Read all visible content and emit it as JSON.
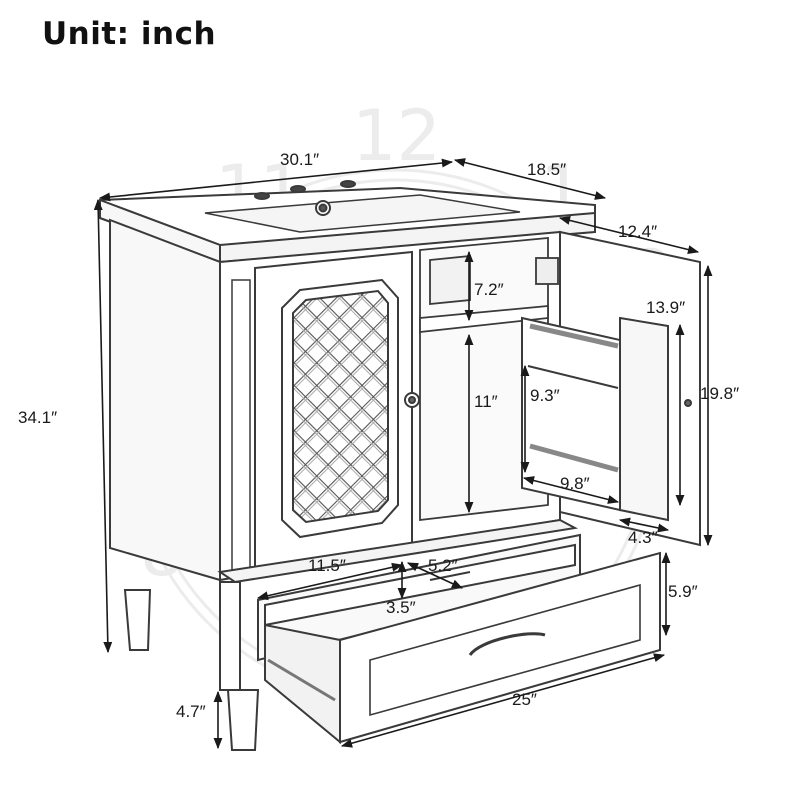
{
  "title": "Unit: inch",
  "dimensions": {
    "top_width": "30.1″",
    "top_depth": "18.5″",
    "overall_height": "34.1″",
    "door_width": "12.4″",
    "upper_shelf_gap": "7.2″",
    "lower_shelf_gap": "11″",
    "door_rack_height": "13.9″",
    "door_height": "19.8″",
    "rack_shelf_height": "9.3″",
    "rack_width": "9.8″",
    "rack_depth": "4.3″",
    "drawer_left_width": "11.5″",
    "drawer_right_width": "5.2″",
    "drawer_divider_height": "3.5″",
    "drawer_height": "5.9″",
    "drawer_width": "25″",
    "leg_height": "4.7″"
  },
  "colors": {
    "line": "#3a3a3a",
    "dim_line": "#1a1a1a",
    "watermark": "#e6e6e6"
  }
}
